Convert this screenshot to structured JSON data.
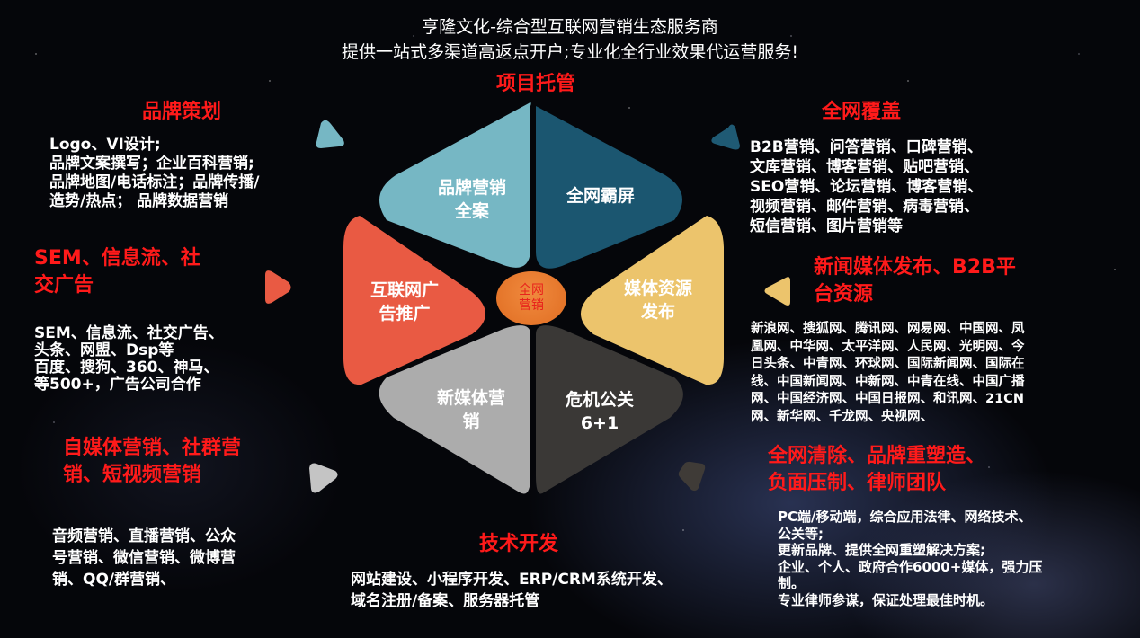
{
  "header": {
    "line1": "亨隆文化-综合型互联网营销生态服务商",
    "line2": "提供一站式多渠道高返点开户;专业化全行业效果代运营服务!"
  },
  "colors": {
    "background": "#05060a",
    "heading_red": "#ff1a1a",
    "petal_light_teal": "#76b7c4",
    "petal_dark_teal": "#1b5670",
    "petal_yellow": "#ecc46c",
    "petal_dark_gray": "#3a3836",
    "petal_light_gray": "#acacac",
    "petal_red": "#e95a43",
    "center_orange": "#ec7a30"
  },
  "hub": {
    "center_label_line1": "全网",
    "center_label_line2": "营销",
    "petals": [
      {
        "id": "brand-marketing",
        "line1": "品牌营销",
        "line2": "全案",
        "color": "#76b7c4"
      },
      {
        "id": "network-domination",
        "line1": "全网霸屏",
        "line2": "",
        "color": "#1b5670"
      },
      {
        "id": "media-release",
        "line1": "媒体资源",
        "line2": "发布",
        "color": "#ecc46c"
      },
      {
        "id": "crisis-pr",
        "line1": "危机公关",
        "line2": "6+1",
        "color": "#3a3836"
      },
      {
        "id": "new-media",
        "line1": "新媒体营",
        "line2": "销",
        "color": "#acacac"
      },
      {
        "id": "internet-ads",
        "line1": "互联网广",
        "line2": "告推广",
        "color": "#e95a43"
      }
    ]
  },
  "sections": {
    "top": {
      "heading": "项目托管"
    },
    "brand_planning": {
      "heading": "品牌策划",
      "lines": [
        "Logo、VI设计;",
        "品牌文案撰写；企业百科营销;",
        "品牌地图/电话标注；品牌传播/",
        "造势/热点；  品牌数据营销"
      ]
    },
    "sem": {
      "heading_line1": "SEM、信息流、社",
      "heading_line2": "交广告",
      "lines": [
        "SEM、信息流、社交广告、",
        "头条、网盟、Dsp等",
        "百度、搜狗、360、神马、",
        "等500+，广告公司合作"
      ]
    },
    "self_media": {
      "heading_line1": "自媒体营销、社群营",
      "heading_line2": "销、短视频营销",
      "lines": [
        "音频营销、直播营销、公众",
        "号营销、微信营销、微博营",
        "销、QQ/群营销、"
      ]
    },
    "full_coverage": {
      "heading": "全网覆盖",
      "lines": [
        "B2B营销、问答营销、口碑营销、",
        "文库营销、博客营销、贴吧营销、",
        "SEO营销、论坛营销、博客营销、",
        "视频营销、邮件营销、病毒营销、",
        "短信营销、图片营销等"
      ]
    },
    "news_media": {
      "heading_line1": "新闻媒体发布、B2B平",
      "heading_line2": "台资源",
      "lines": [
        "新浪网、搜狐网、腾讯网、网易网、中国网、凤",
        "凰网、中华网、太平洋网、人民网、光明网、今",
        "日头条、中青网、环球网、国际新闻网、国际在",
        "线、中国新闻网、中新网、中青在线、中国广播",
        "网、中国经济网、中国日报网、和讯网、21CN",
        "网、新华网、千龙网、央视网、"
      ]
    },
    "crisis": {
      "heading_line1": "全网清除、品牌重塑造、",
      "heading_line2": "负面压制、律师团队",
      "lines": [
        "PC端/移动端，综合应用法律、网络技术、",
        "公关等;",
        "更新品牌、提供全网重塑解决方案;",
        "企业、个人、政府合作6000+媒体，强力压",
        "制。",
        "专业律师参谋，保证处理最佳时机。"
      ]
    },
    "tech": {
      "heading": "技术开发",
      "lines": [
        "网站建设、小程序开发、ERP/CRM系统开发、",
        "域名注册/备案、服务器托管"
      ]
    }
  }
}
